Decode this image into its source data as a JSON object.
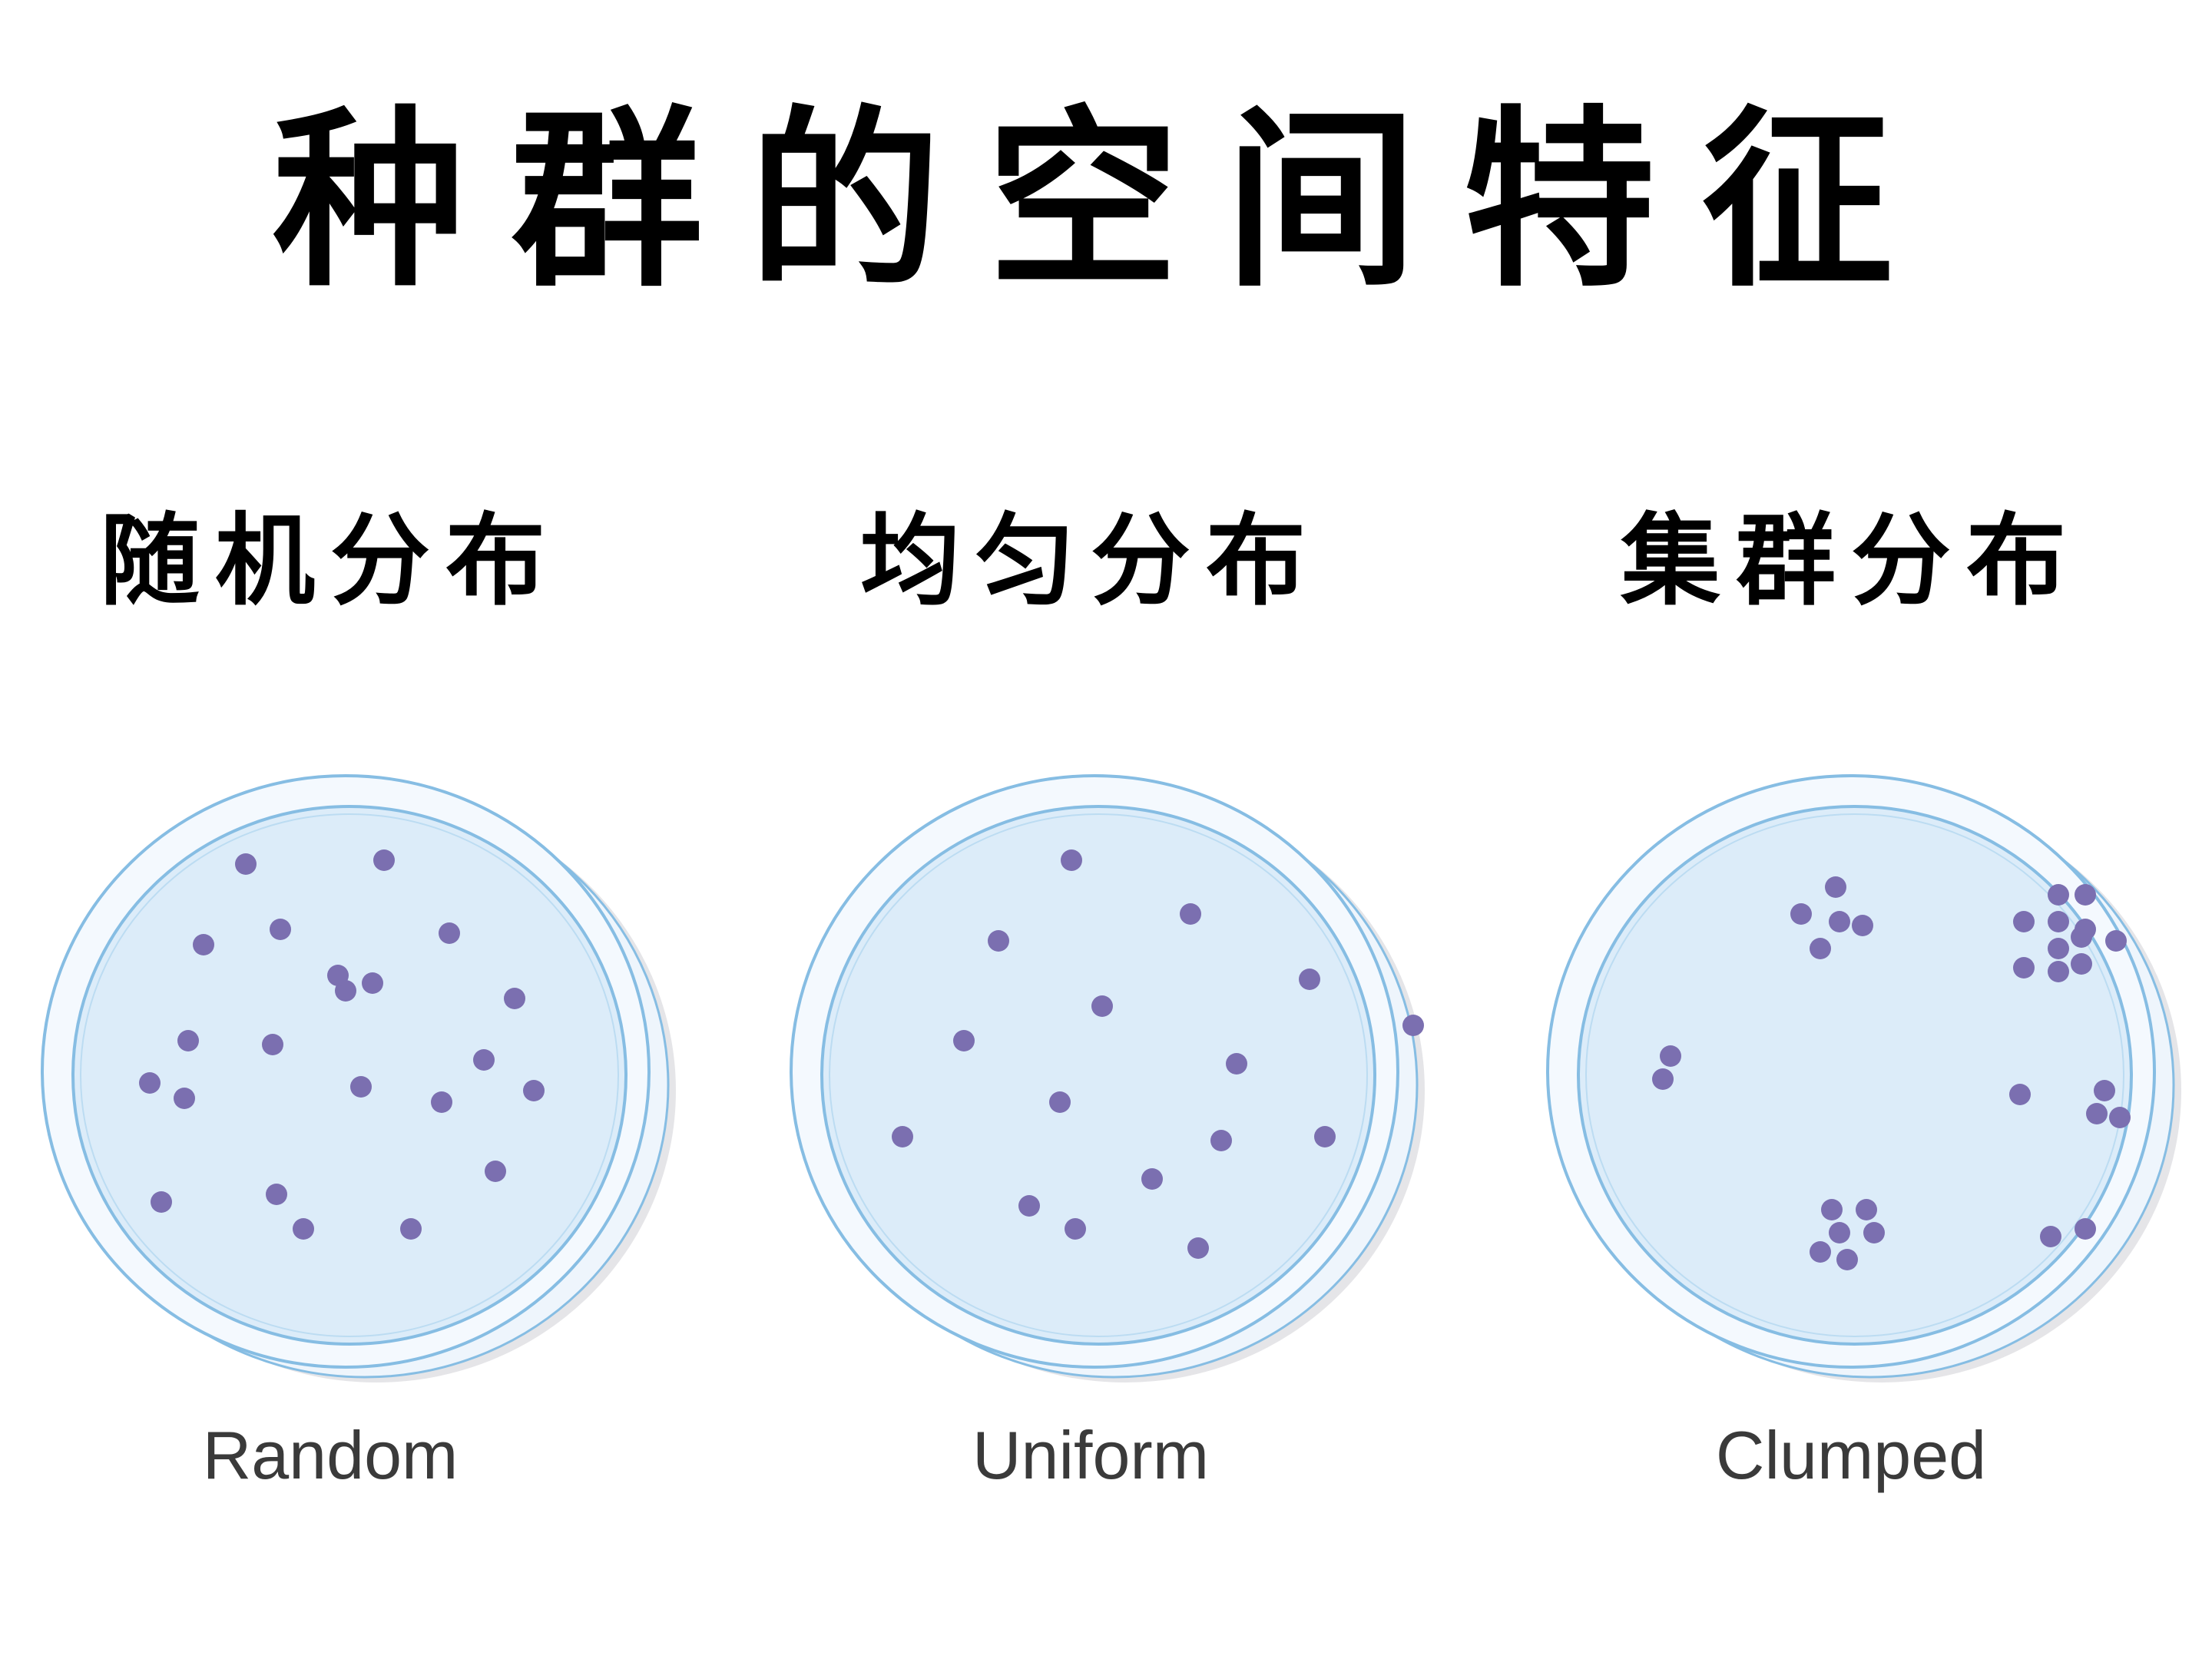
{
  "title": "种群的空间特征",
  "colors": {
    "dot": "#7b6fb0",
    "dish_fill": "#dcecf9",
    "dish_rim": "#86bde3",
    "dish_shadow": "#cfcfd6"
  },
  "panels": [
    {
      "label_cn": "随机分布",
      "label_en": "Random",
      "dot_count": 22
    },
    {
      "label_cn": "均匀分布",
      "label_en": "Uniform",
      "dot_count": 16
    },
    {
      "label_cn": "集群分布",
      "label_en": "Clumped",
      "dot_count": 30
    }
  ]
}
